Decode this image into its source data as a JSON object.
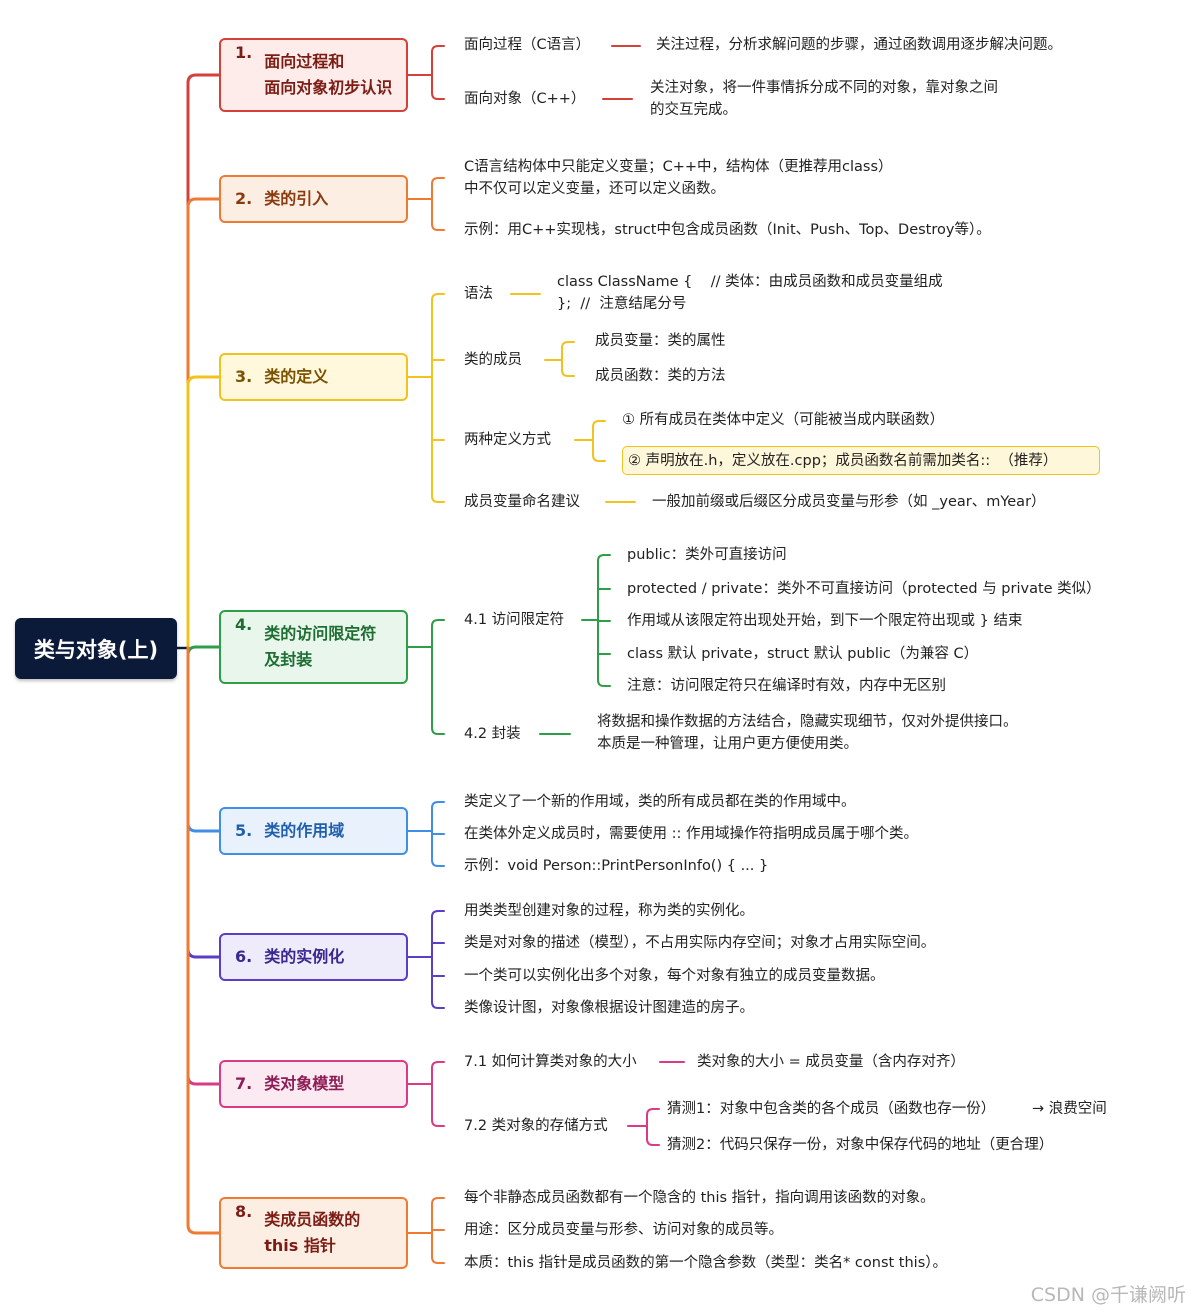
{
  "root": {
    "title": "类与对象(上)"
  },
  "branches": [
    {
      "num": "1.",
      "label": "面向过程和\n面向对象初步认识",
      "color": "#d4413b",
      "bg": "#fdecea"
    },
    {
      "num": "2.",
      "label": "类的引入",
      "color": "#ef7a34",
      "bg": "#fdeee3"
    },
    {
      "num": "3.",
      "label": "类的定义",
      "color": "#f2c21f",
      "bg": "#fff8dd"
    },
    {
      "num": "4.",
      "label": "类的访问限定符\n及封装",
      "color": "#2e9f48",
      "bg": "#e9f6ec"
    },
    {
      "num": "5.",
      "label": "类的作用域",
      "color": "#3f8fe6",
      "bg": "#e8f1fc"
    },
    {
      "num": "6.",
      "label": "类的实例化",
      "color": "#5b3ec8",
      "bg": "#eeebfa"
    },
    {
      "num": "7.",
      "label": "类对象模型",
      "color": "#d93c85",
      "bg": "#fceaf2"
    },
    {
      "num": "8.",
      "label": "类成员函数的\nthis 指针",
      "color": "#ef7a34",
      "bg": "#fdeee3"
    }
  ],
  "texts": {
    "b1_a": "面向过程（C语言）",
    "b1_a_desc": "关注过程，分析求解问题的步骤，通过函数调用逐步解决问题。",
    "b1_b": "面向对象（C++）",
    "b1_b_desc": "关注对象，将一件事情拆分成不同的对象，靠对象之间\n的交互完成。",
    "b2_a": "C语言结构体中只能定义变量；C++中，结构体（更推荐用class）\n中不仅可以定义变量，还可以定义函数。",
    "b2_b": "示例：用C++实现栈，struct中包含成员函数（Init、Push、Top、Destroy等）。",
    "b3_syntax": "语法",
    "b3_syntax_code": "class ClassName {    // 类体：由成员函数和成员变量组成\n};  //  注意结尾分号",
    "b3_members": "类的成员",
    "b3_members_var": "成员变量：类的属性",
    "b3_members_fn": "成员函数：类的方法",
    "b3_ways": "两种定义方式",
    "b3_way1": "① 所有成员在类体中定义（可能被当成内联函数）",
    "b3_way2": "② 声明放在.h，定义放在.cpp；成员函数名前需加类名::  （推荐）",
    "b3_naming": "成员变量命名建议",
    "b3_naming_desc": "一般加前缀或后缀区分成员变量与形参（如 _year、mYear）",
    "b4_access": "4.1 访问限定符",
    "b4_a1": "public：类外可直接访问",
    "b4_a2": "protected / private：类外不可直接访问（protected 与 private 类似）",
    "b4_a3": "作用域从该限定符出现处开始，到下一个限定符出现或 } 结束",
    "b4_a4": "class 默认 private，struct 默认 public（为兼容 C）",
    "b4_a5": "注意：访问限定符只在编译时有效，内存中无区别",
    "b4_encap": "4.2 封装",
    "b4_encap_desc": "将数据和操作数据的方法结合，隐藏实现细节，仅对外提供接口。\n本质是一种管理，让用户更方便使用类。",
    "b5_1": "类定义了一个新的作用域，类的所有成员都在类的作用域中。",
    "b5_2": "在类体外定义成员时，需要使用 :: 作用域操作符指明成员属于哪个类。",
    "b5_3": "示例：void Person::PrintPersonInfo() { ... }",
    "b6_1": "用类类型创建对象的过程，称为类的实例化。",
    "b6_2": "类是对对象的描述（模型），不占用实际内存空间；对象才占用实际空间。",
    "b6_3": "一个类可以实例化出多个对象，每个对象有独立的成员变量数据。",
    "b6_4": "类像设计图，对象像根据设计图建造的房子。",
    "b7_size": "7.1 如何计算类对象的大小",
    "b7_size_desc": "类对象的大小 = 成员变量（含内存对齐）",
    "b7_store": "7.2 类对象的存储方式",
    "b7_guess1": "猜测1：对象中包含类的各个成员（函数也存一份）",
    "b7_guess1_note": "→ 浪费空间",
    "b7_guess2": "猜测2：代码只保存一份，对象中保存代码的地址（更合理）",
    "b8_1": "每个非静态成员函数都有一个隐含的 this 指针，指向调用该函数的对象。",
    "b8_2": "用途：区分成员变量与形参、访问对象的成员等。",
    "b8_3": "本质：this 指针是成员函数的第一个隐含参数（类型：类名* const this）。"
  },
  "watermark": "CSDN @千谦阙听"
}
